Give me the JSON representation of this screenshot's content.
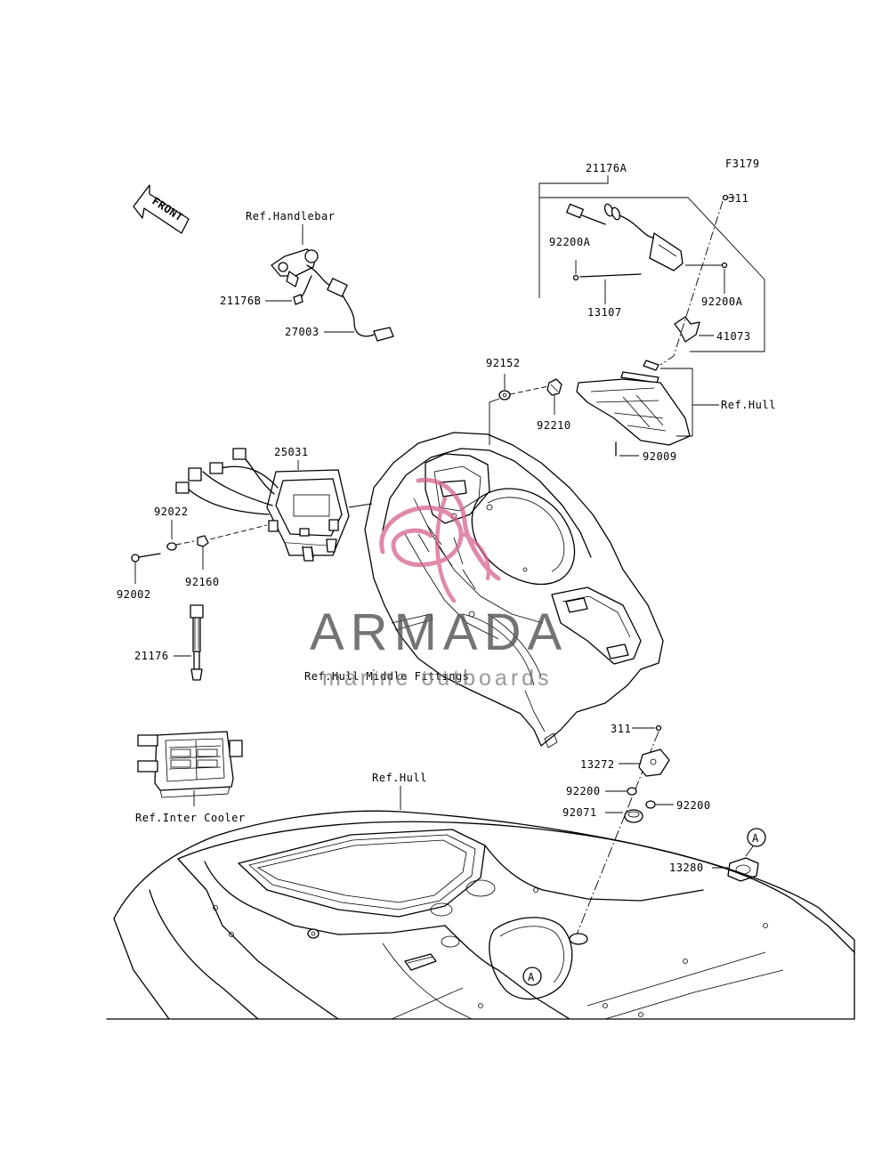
{
  "figure_code": "F3179",
  "front_label": "FRONT",
  "watermark": {
    "title": "ARMADA",
    "subtitle": "marine outboards"
  },
  "parts": {
    "p21176A": "21176A",
    "p311_top": "311",
    "p92200A_left": "92200A",
    "p92200A_right": "92200A",
    "p13107": "13107",
    "p41073": "41073",
    "p92152": "92152",
    "p92210": "92210",
    "p92009": "92009",
    "p25031": "25031",
    "p21176B": "21176B",
    "p27003": "27003",
    "p92022": "92022",
    "p92002": "92002",
    "p92160": "92160",
    "p21176": "21176",
    "p311_bottom": "311",
    "p13272": "13272",
    "p92200_left": "92200",
    "p92200_right": "92200",
    "p92071": "92071",
    "p13280": "13280"
  },
  "references": {
    "handlebar": "Ref.Handlebar",
    "hull_top": "Ref.Hull",
    "hull_middle_fittings": "Ref.Hull Middle Fittings",
    "hull_bottom": "Ref.Hull",
    "inter_cooler": "Ref.Inter Cooler"
  },
  "markers": {
    "a_top": "A",
    "a_bottom": "A"
  }
}
